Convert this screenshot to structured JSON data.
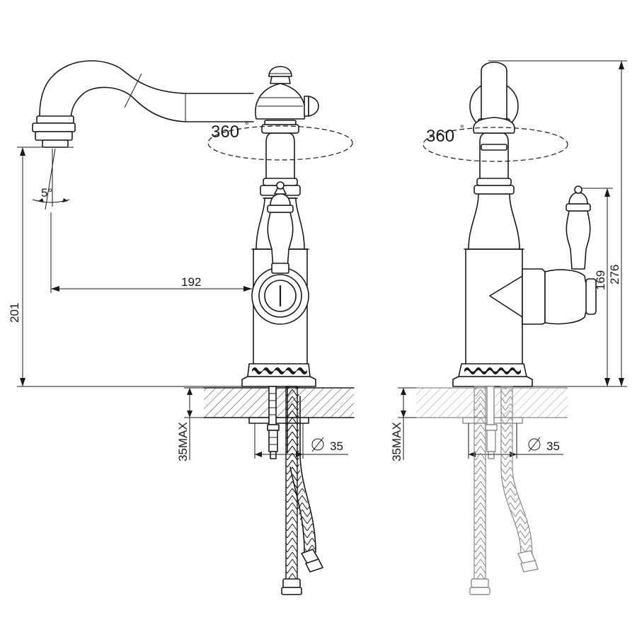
{
  "left_view": {
    "rotation_label": "360",
    "rotation_unit": "°",
    "angle_label": "5°",
    "reach_label": "192",
    "height_label": "201",
    "thickness_label": "35MAX",
    "diameter_label": "35"
  },
  "right_view": {
    "rotation_label": "360",
    "rotation_unit": "°",
    "handle_height_label": "169",
    "total_height_label": "276",
    "thickness_label": "35MAX",
    "diameter_label": "35"
  },
  "colors": {
    "line": "#1a1a1a",
    "ghost": "#8a8a8a",
    "background": "#ffffff"
  }
}
